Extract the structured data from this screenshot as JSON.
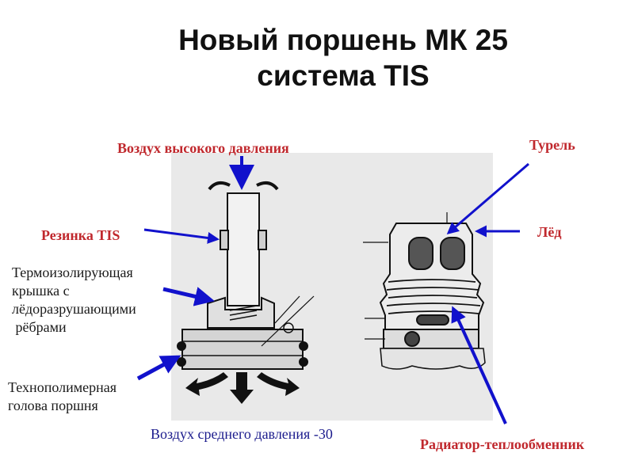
{
  "title": {
    "line1": "Новый поршень МК 25",
    "line2": "система TIS"
  },
  "labels": {
    "high_pressure_air": "Воздух высокого давления",
    "turret": "Турель",
    "tis_rubber": "Резинка TIS",
    "ice": "Лёд",
    "cap_line1": "Термоизолирующая",
    "cap_line2": "крышка с",
    "cap_line3": "лёдоразрушающими",
    "cap_line4": " рёбрами",
    "head_line1": "Технополимерная",
    "head_line2": "голова поршня",
    "medium_pressure_air": "Воздух среднего давления -30",
    "radiator": "Радиатор-теплообменник"
  },
  "colors": {
    "arrow": "#1111cc",
    "label_red": "#c0282d",
    "label_navy": "#1a1a8c",
    "photo_bg": "#e9e9e9"
  }
}
